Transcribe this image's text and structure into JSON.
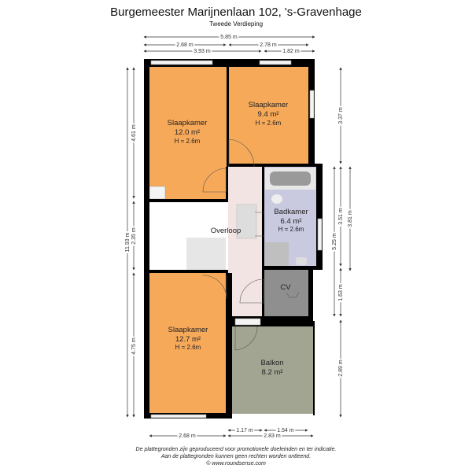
{
  "header": {
    "title": "Burgemeester Marijnenlaan 102, 's-Gravenhage",
    "subtitle": "Tweede Verdieping"
  },
  "rooms": [
    {
      "name": "Slaapkamer",
      "area": "12.0 m²",
      "height": "H = 2.6m"
    },
    {
      "name": "Slaapkamer",
      "area": "9.4 m²",
      "height": "H = 2.6m"
    },
    {
      "name": "Badkamer",
      "area": "6.4 m²",
      "height": "H = 2.6m"
    },
    {
      "name": "Overloop"
    },
    {
      "name": "CV"
    },
    {
      "name": "Slaapkamer",
      "area": "12.7 m²",
      "height": "H = 2.6m"
    },
    {
      "name": "Balkon",
      "area": "8.2 m²"
    }
  ],
  "dimensions": {
    "top": [
      "5.85 m",
      "2.68 m",
      "2.78 m",
      "3.93 m",
      "1.82 m"
    ],
    "left": [
      "11.93 m",
      "4.61 m",
      "2.35 m",
      "4.75 m"
    ],
    "right": [
      "3.37 m",
      "5.25 m",
      "3.51 m",
      "3.81 m",
      "1.63 m",
      "2.89 m"
    ],
    "bottom": [
      "2.68 m",
      "1.17 m",
      "1.54 m",
      "2.83 m"
    ]
  },
  "footer": {
    "line1": "De plattegronden zijn geproduceerd voor promotionele doeleinden en ter indicatie.",
    "line2": "Aan de plattegronden kunnen geen rechten worden ontleend.",
    "line3": "© www.roundsense.com"
  },
  "colors": {
    "bedroom": "#f7a95a",
    "bathroom": "#c9c9e0",
    "landing": "#f3e4e4",
    "cv": "#8f8f8f",
    "balcony": "#a3a593"
  }
}
